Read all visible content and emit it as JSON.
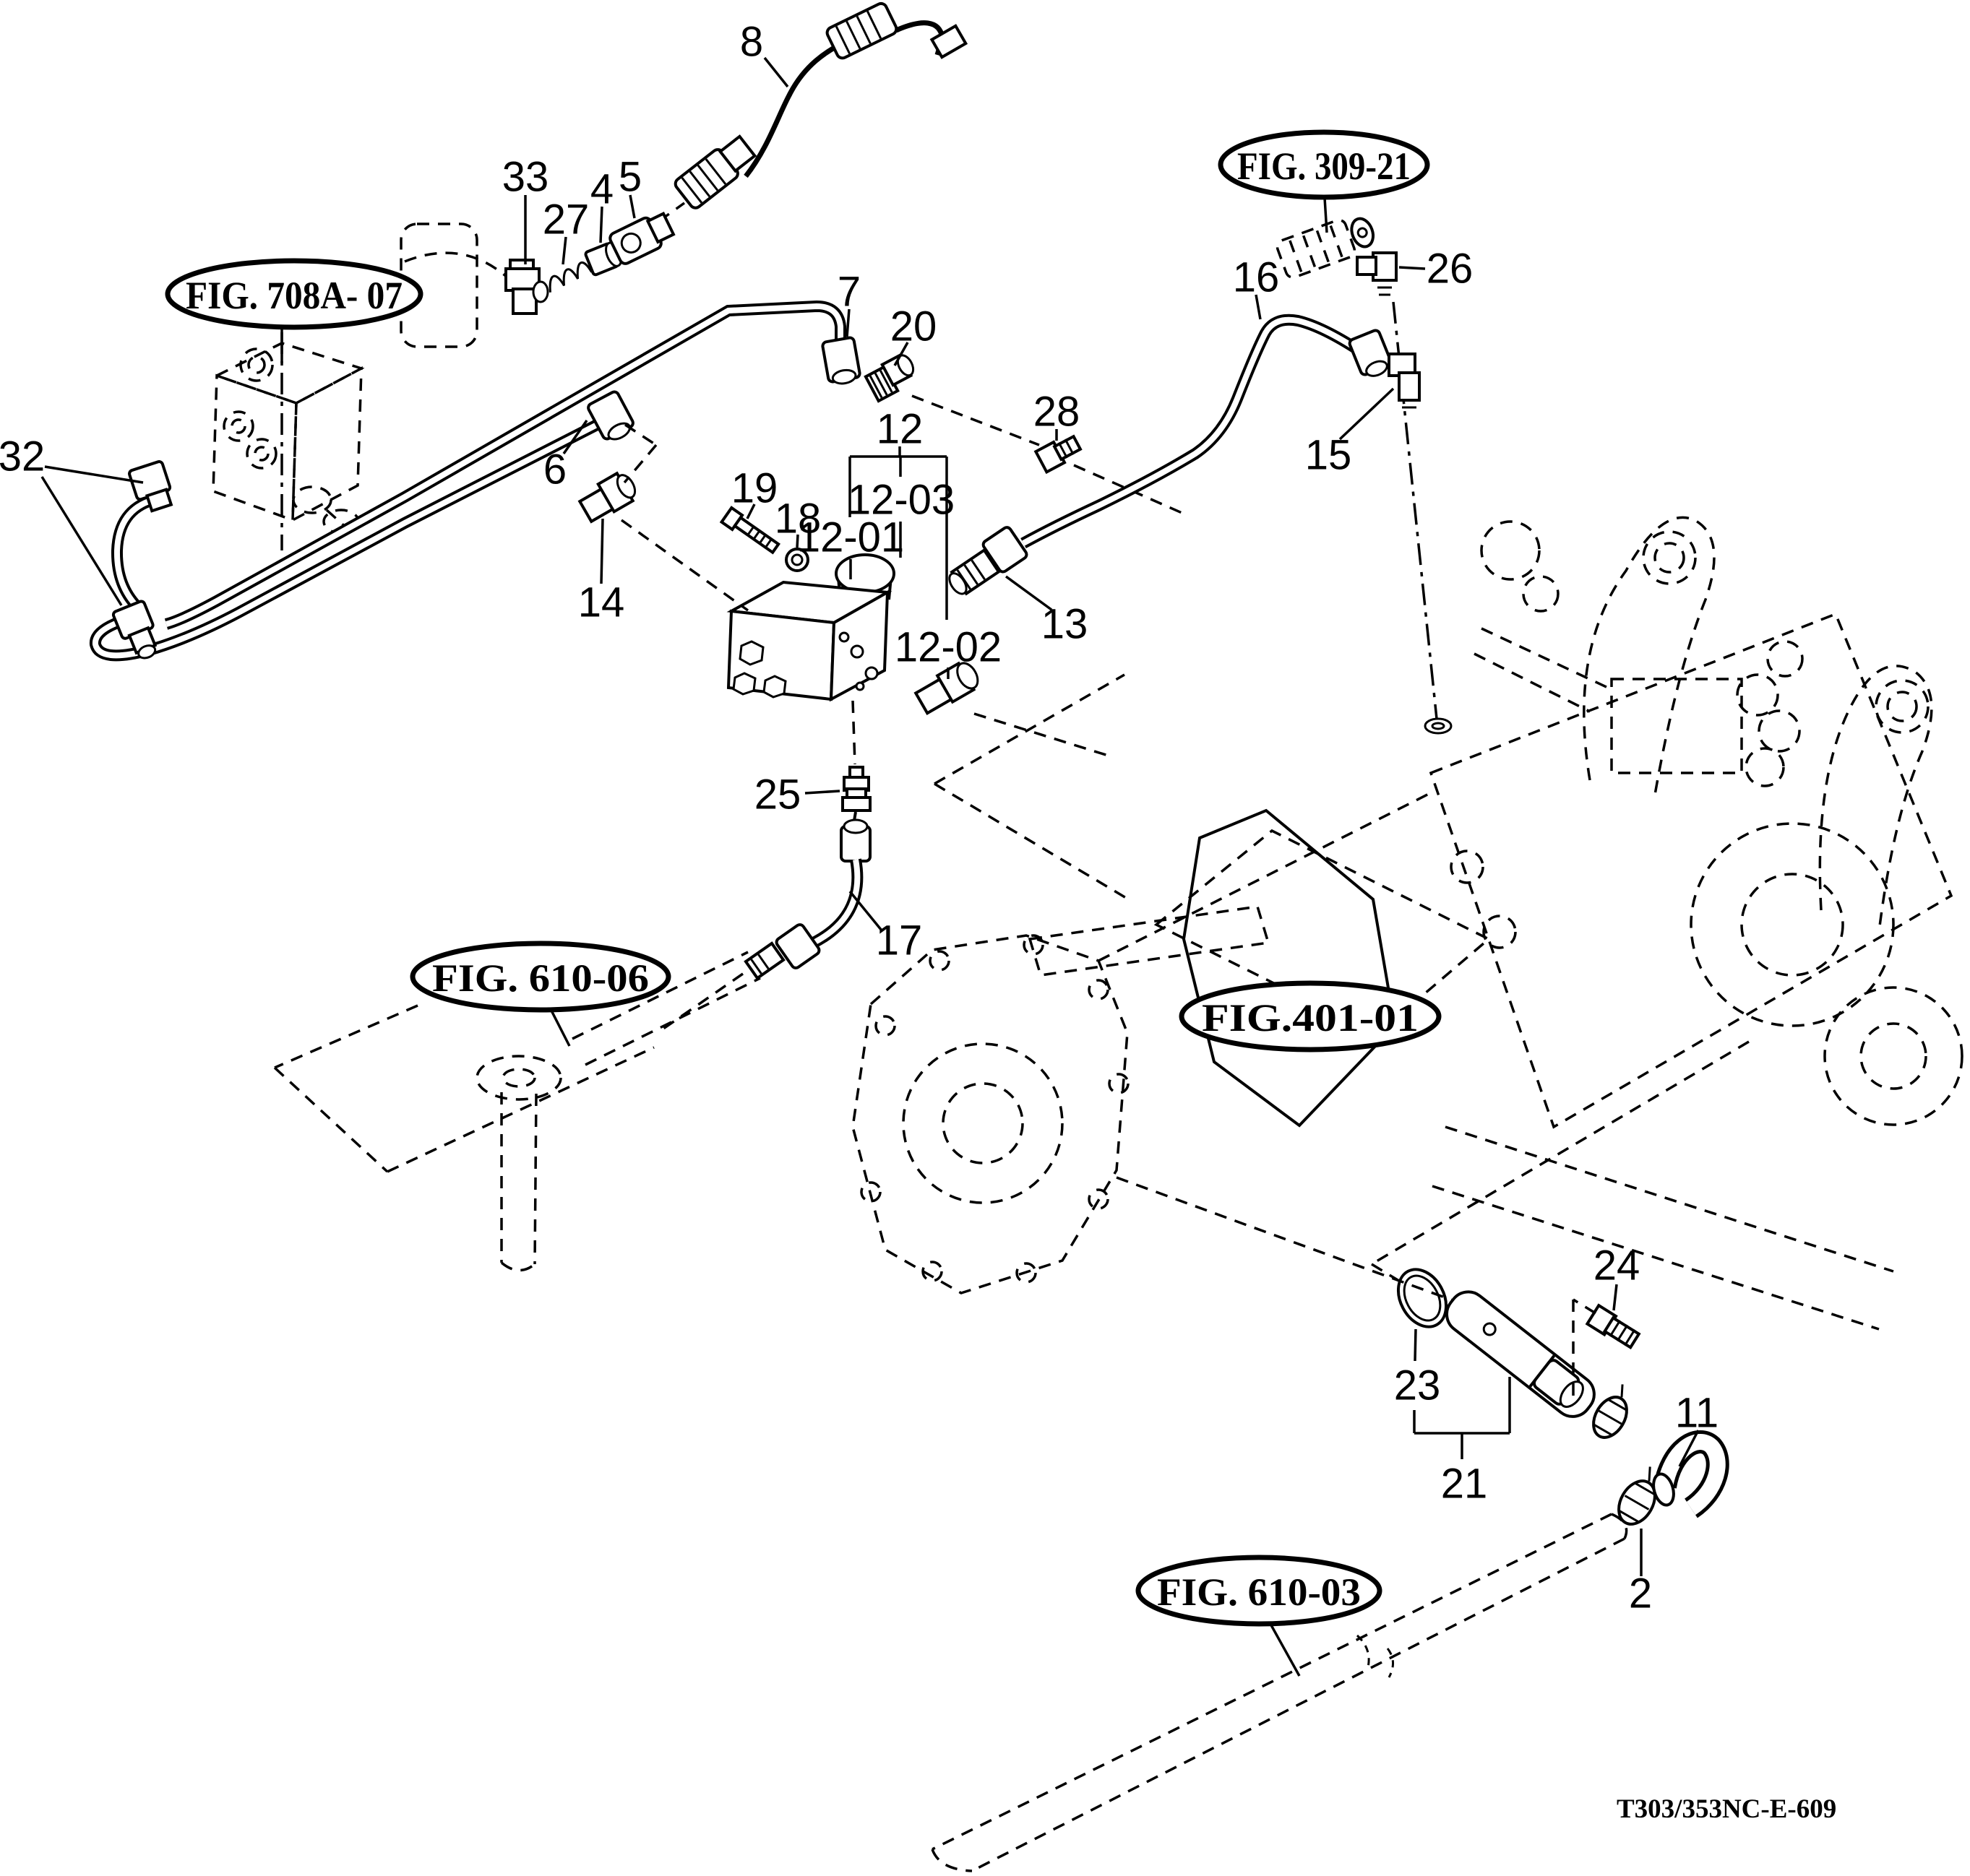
{
  "colors": {
    "ink": "#000000",
    "paper": "#ffffff"
  },
  "drawing_number": "T303/353NC-E-609",
  "fig_refs": {
    "f708a07": "FIG. 708A- 07",
    "f30921": "FIG. 309-21",
    "f61006": "FIG. 610-06",
    "f40101": "FIG.401-01",
    "f61003": "FIG. 610-03"
  },
  "callouts": {
    "2": "2",
    "4": "4",
    "5": "5",
    "6": "6",
    "7": "7",
    "8": "8",
    "11": "11",
    "12": "12",
    "12-01": "12-01",
    "12-02": "12-02",
    "12-03": "12-03",
    "13": "13",
    "14": "14",
    "15": "15",
    "16": "16",
    "17": "17",
    "18": "18",
    "19": "19",
    "20": "20",
    "21": "21",
    "23": "23",
    "24": "24",
    "25": "25",
    "26": "26",
    "27": "27",
    "28": "28",
    "32": "32",
    "33": "33"
  }
}
